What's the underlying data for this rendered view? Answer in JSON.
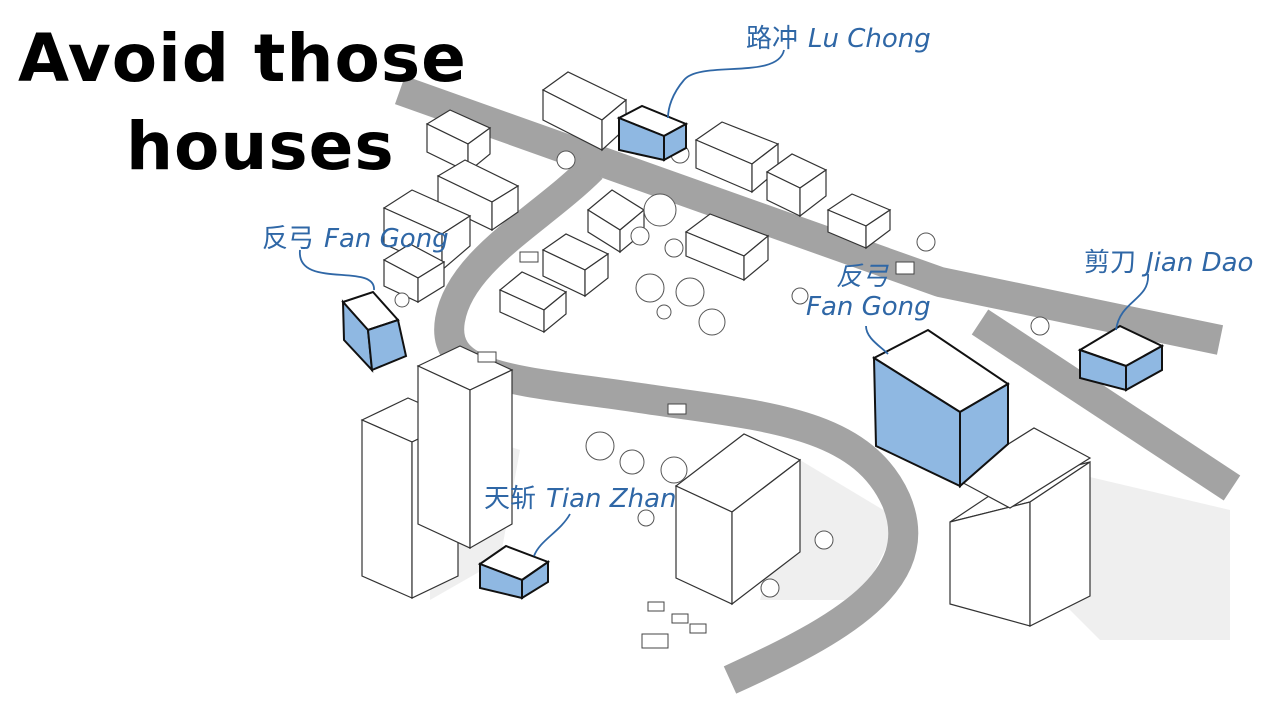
{
  "title": {
    "line1": "Avoid those",
    "line2": "houses"
  },
  "annotations": {
    "lu_chong": {
      "chinese": "路冲",
      "latin": "Lu Chong"
    },
    "fan_gong_1": {
      "chinese": "反弓",
      "latin": "Fan Gong"
    },
    "fan_gong_2": {
      "chinese": "反弓",
      "latin": "Fan Gong"
    },
    "jian_dao": {
      "chinese": "剪刀",
      "latin": "Jian Dao"
    },
    "tian_zhan": {
      "chinese": "天斩",
      "latin": "Tian Zhan"
    }
  },
  "colors": {
    "road": "#a3a3a3",
    "building_stroke": "#333333",
    "highlight": "#8fb8e2",
    "annotation": "#2f67a6"
  }
}
